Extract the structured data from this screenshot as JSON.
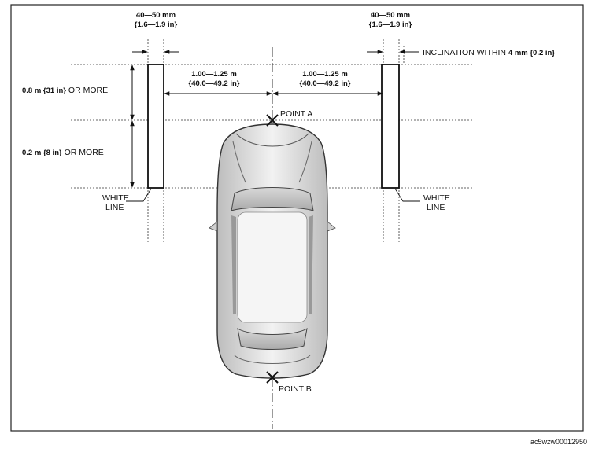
{
  "labels": {
    "left_width_top": "40—50 mm",
    "left_width_bottom": "{1.6—1.9 in}",
    "right_width_top": "40—50 mm",
    "right_width_bottom": "{1.6—1.9 in}",
    "inclination_prefix": "INCLINATION WITHIN",
    "inclination_value": "4 mm {0.2 in}",
    "left_dist_top": "1.00—1.25 m",
    "left_dist_bottom": "{40.0—49.2 in}",
    "right_dist_top": "1.00—1.25 m",
    "right_dist_bottom": "{40.0—49.2 in}",
    "upper_height_value": "0.8 m {31 in}",
    "upper_height_suffix": "OR MORE",
    "lower_height_value": "0.2 m {8 in}",
    "lower_height_suffix": "OR MORE",
    "white_line_left_1": "WHITE",
    "white_line_left_2": "LINE",
    "white_line_right_1": "WHITE",
    "white_line_right_2": "LINE",
    "point_a": "POINT A",
    "point_b": "POINT B",
    "figure_code": "ac5wzw00012950"
  }
}
